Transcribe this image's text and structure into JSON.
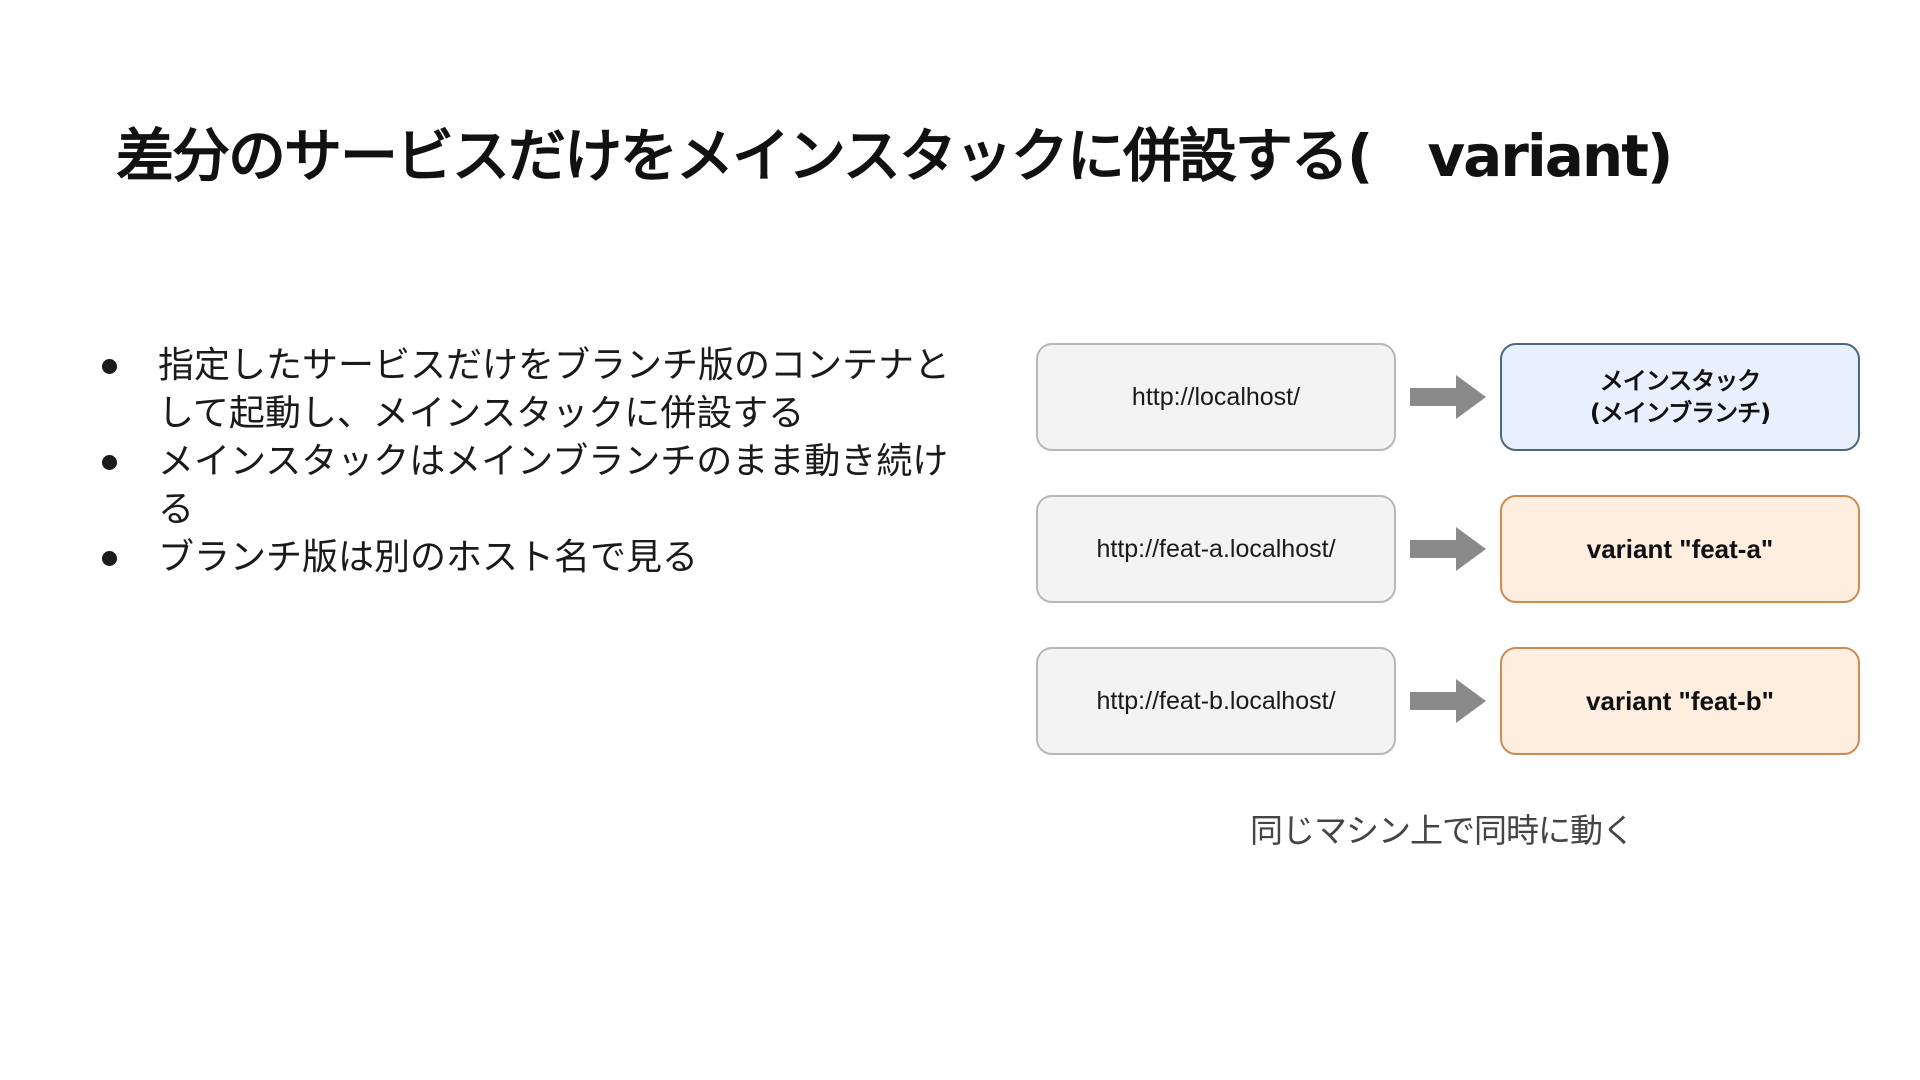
{
  "slide": {
    "title": "差分のサービスだけをメインスタックに併設する(　variant)",
    "bullets": [
      "指定したサービスだけをブランチ版のコンテナとして起動し、メインスタックに併設する",
      "メインスタックはメインブランチのまま動き続ける",
      "ブランチ版は別のホスト名で見る"
    ]
  },
  "diagram": {
    "rows": [
      {
        "url": "http://localhost/",
        "target_line1": "メインスタック",
        "target_line2": "(メインブランチ)"
      },
      {
        "url": "http://feat-a.localhost/",
        "target_line1": "variant \"feat-a\"",
        "target_line2": ""
      },
      {
        "url": "http://feat-b.localhost/",
        "target_line1": "variant \"feat-b\"",
        "target_line2": ""
      }
    ],
    "caption": "同じマシン上で同時に動く",
    "colors": {
      "url_fill": "#f3f3f3",
      "url_border": "#b7b7b7",
      "main_fill": "#e8f0fd",
      "main_border": "#4a6785",
      "variant_fill": "#fdeee0",
      "variant_border": "#cc8b53",
      "arrow": "#8a8a8a"
    }
  }
}
